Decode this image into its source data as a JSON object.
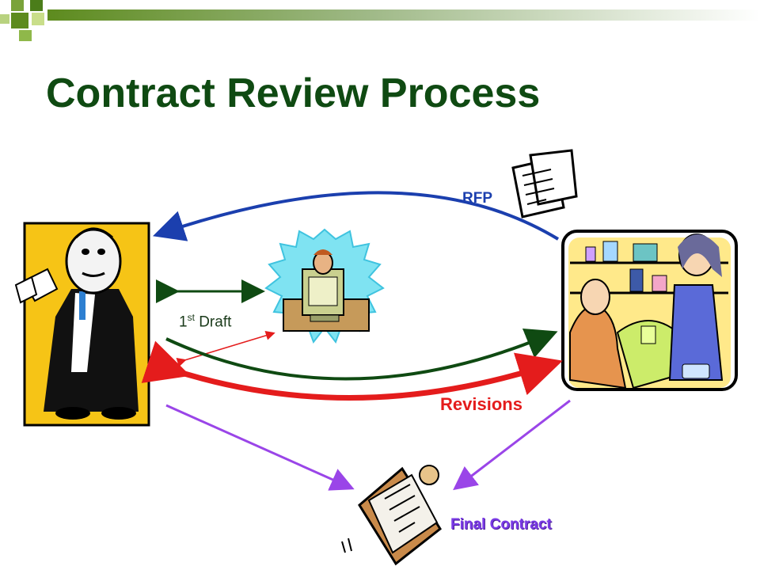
{
  "title": "Contract Review Process",
  "labels": {
    "rfp": "RFP",
    "draft_prefix": "1",
    "draft_sup": "st",
    "draft_suffix": " Draft",
    "revisions": "Revisions",
    "final_contract": "Final Contract"
  },
  "colors": {
    "title": "#0f4a12",
    "rfp_arrow": "#1b3fae",
    "draft_arrow": "#0f4a12",
    "revisions_arrow": "#e41c1c",
    "final_arrow": "#9a45e8",
    "header_bar_start": "#5d8b1e"
  },
  "icons": [
    "businessman-clipart",
    "document-clipart",
    "programmer-clipart",
    "shop-clipart",
    "contract-clipart"
  ]
}
